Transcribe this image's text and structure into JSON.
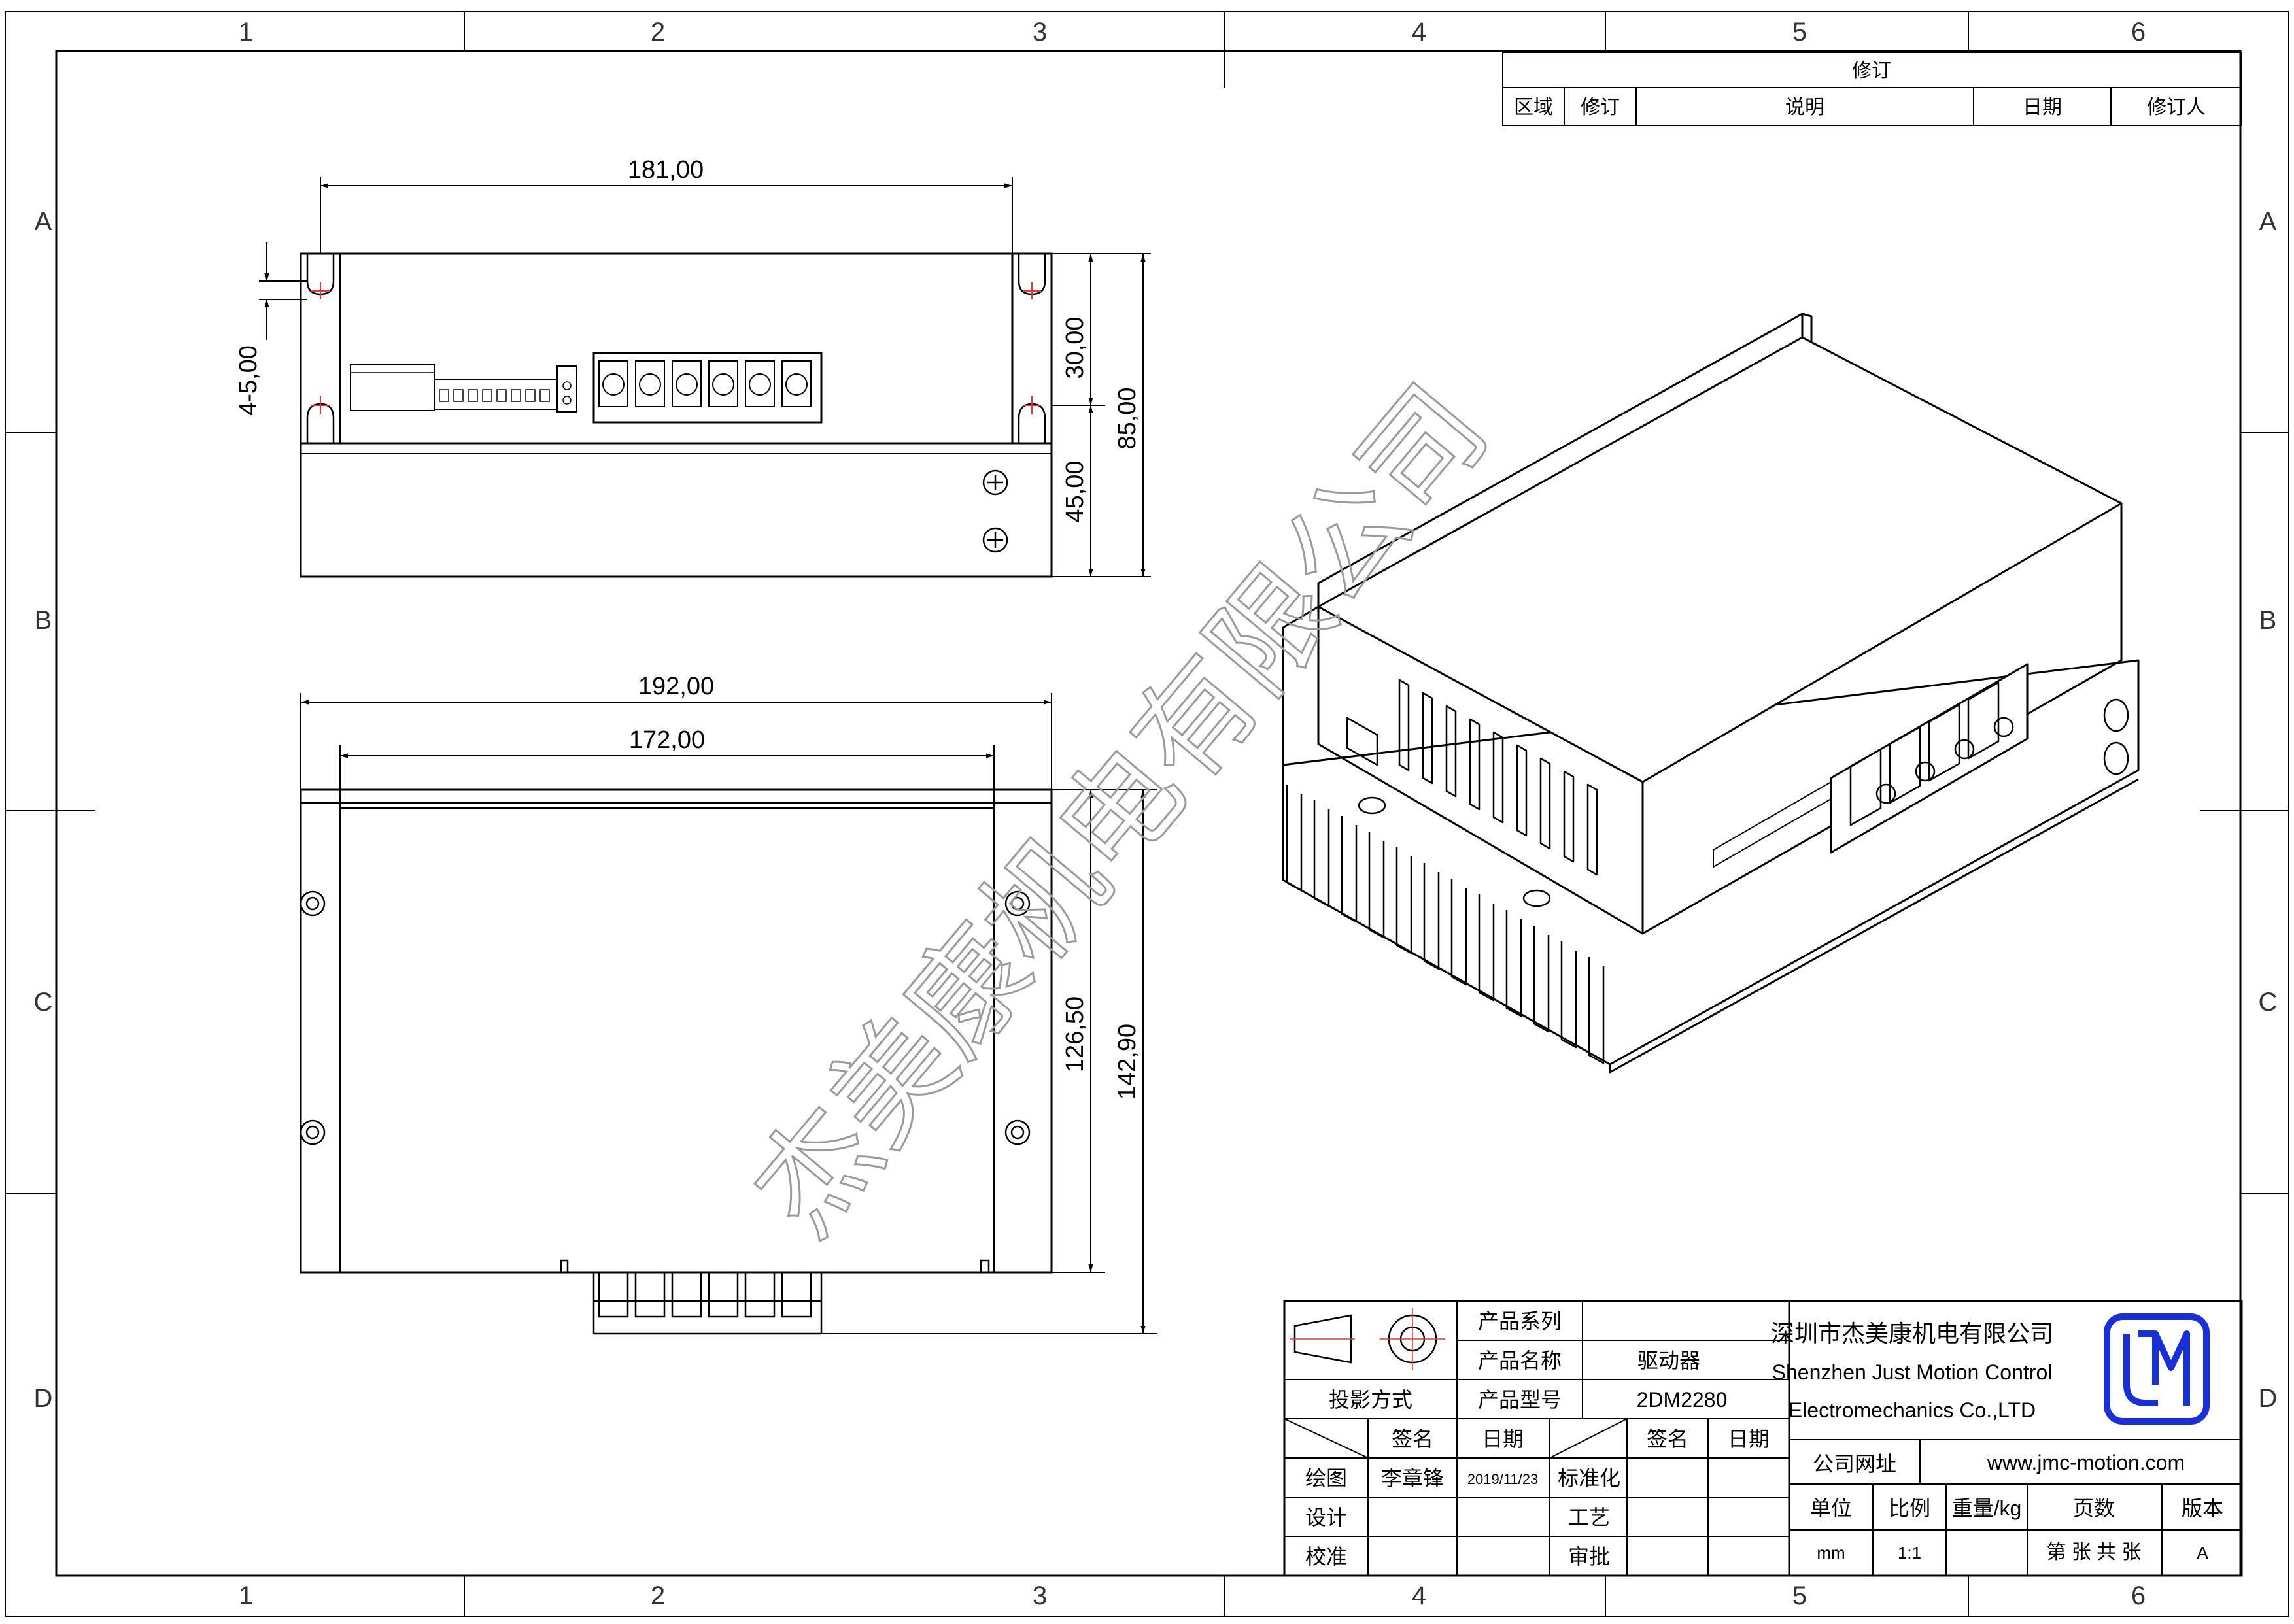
{
  "border": {
    "columns": [
      "1",
      "2",
      "3",
      "4",
      "5",
      "6"
    ],
    "rows": [
      "A",
      "B",
      "C",
      "D"
    ]
  },
  "revision_table": {
    "title": "修订",
    "headers": [
      "区域",
      "修订",
      "说明",
      "日期",
      "修订人"
    ]
  },
  "dimensions": {
    "top_width": "181,00",
    "slot": "4-5,00",
    "h30": "30,00",
    "h45": "45,00",
    "h85": "85,00",
    "w192": "192,00",
    "w172": "172,00",
    "h126": "126,50",
    "h142": "142,90"
  },
  "watermark": "杰美康机电有限公司",
  "title_block": {
    "projection_label": "投影方式",
    "product_series_label": "产品系列",
    "product_series_value": "",
    "product_name_label": "产品名称",
    "product_name_value": "驱动器",
    "product_model_label": "产品型号",
    "product_model_value": "2DM2280",
    "sign_label": "签名",
    "date_label": "日期",
    "sign_label_2": "签名",
    "date_label_2": "日期",
    "drawn_label": "绘图",
    "drawn_by": "李章锋",
    "drawn_date": "2019/11/23",
    "standard_label": "标准化",
    "design_label": "设计",
    "process_label": "工艺",
    "check_label": "校准",
    "approve_label": "审批",
    "company_cn": "深圳市杰美康机电有限公司",
    "company_en_1": "Shenzhen Just Motion Control",
    "company_en_2": "Electromechanics Co.,LTD",
    "website_label": "公司网址",
    "website": "www.jmc-motion.com",
    "unit_label": "单位",
    "unit_value": "mm",
    "scale_label": "比例",
    "scale_value": "1:1",
    "weight_label": "重量/kg",
    "pages_label": "页数",
    "pages_value": "第 张 共 张",
    "version_label": "版本",
    "version_value": "A",
    "logo_color": "#1a2fd6"
  }
}
